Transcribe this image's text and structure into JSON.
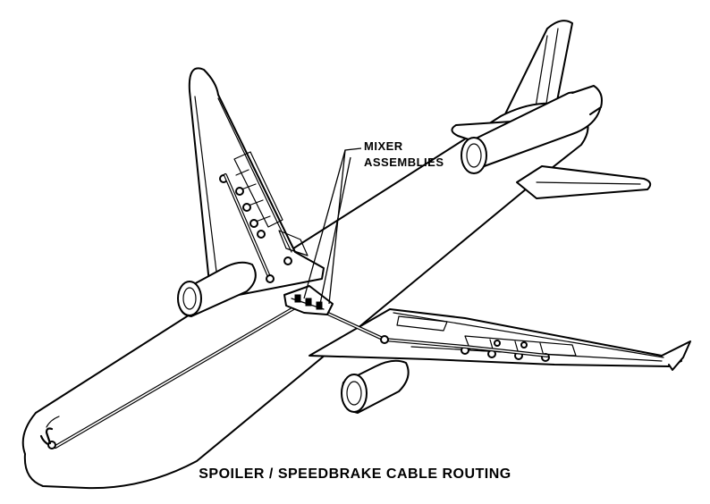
{
  "diagram": {
    "title": "SPOILER / SPEEDBRAKE CABLE ROUTING",
    "callouts": {
      "mixer_line1": "MIXER",
      "mixer_line2": "ASSEMBLIES"
    },
    "colors": {
      "ink": "#000000",
      "paper": "#ffffff"
    }
  }
}
